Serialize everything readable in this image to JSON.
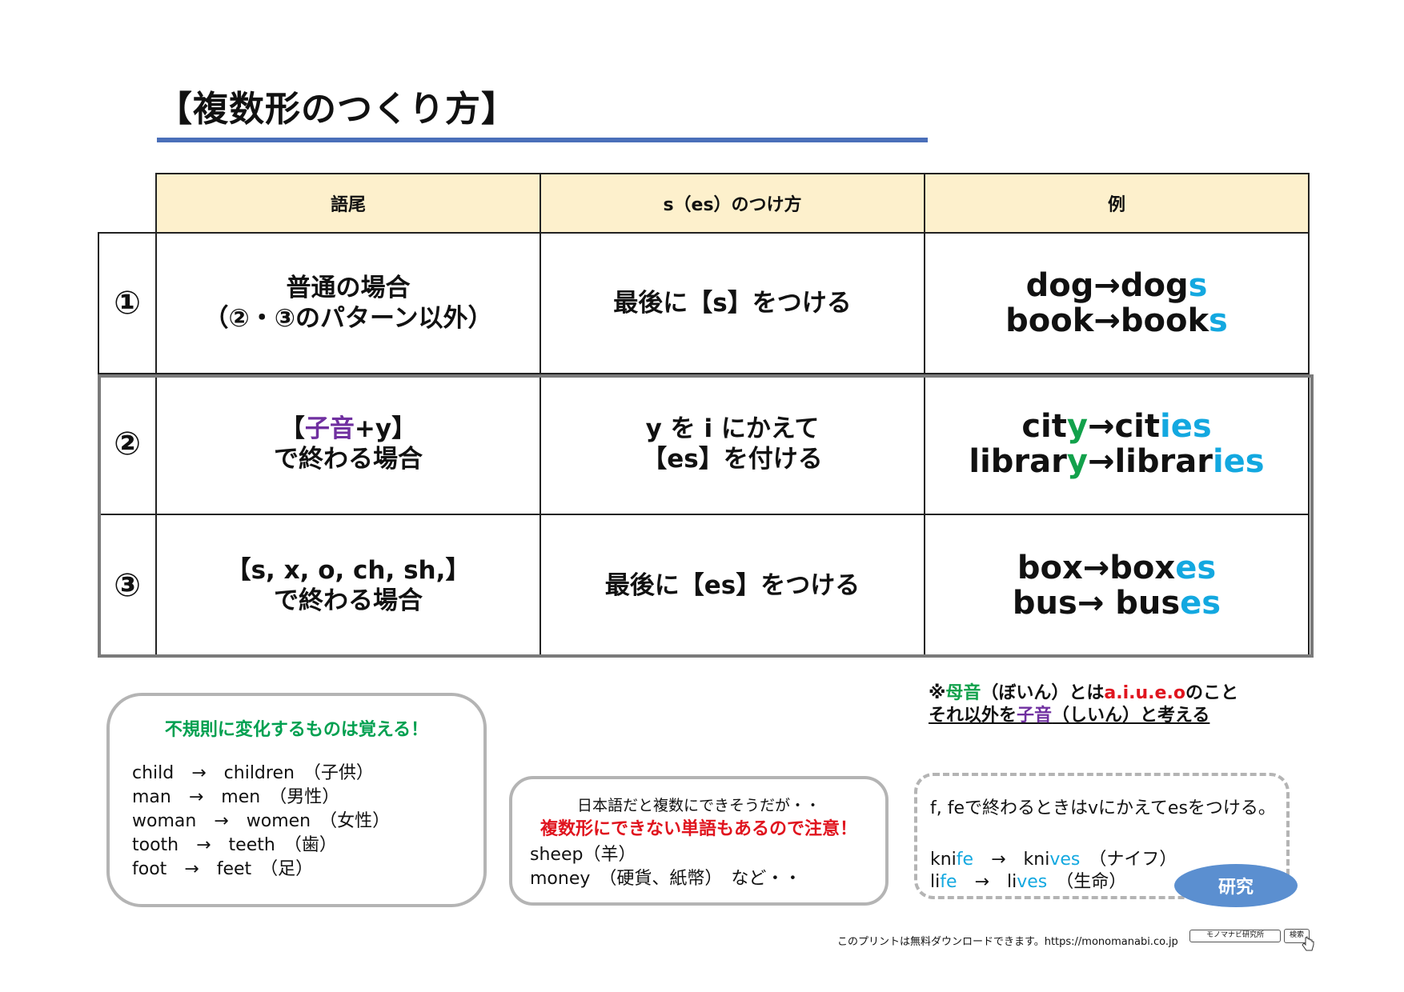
{
  "title": "【複数形のつくり方】",
  "table": {
    "headers": [
      "語尾",
      "s（es）のつけ方",
      "例"
    ],
    "rows": [
      {
        "num": "①",
        "ending": [
          "普通の場合",
          "（②・③のパターン以外）"
        ],
        "method": [
          "最後に【s】をつける"
        ],
        "examples": [
          {
            "base": "dog",
            "plural_stem": "dog",
            "suffix": "s"
          },
          {
            "base": "book",
            "plural_stem": "book",
            "suffix": "s"
          }
        ]
      },
      {
        "num": "②",
        "ending_pre": "【",
        "ending_highlight": "子音",
        "ending_post": "+y】",
        "ending_line2": "で終わる場合",
        "method": [
          "y を i にかえて",
          "【es】を付ける"
        ],
        "examples": [
          {
            "base_stem": "cit",
            "base_end": "y",
            "plural_stem": "cit",
            "suffix": "ies"
          },
          {
            "base_stem": "librar",
            "base_end": "y",
            "plural_stem": "librar",
            "suffix": "ies"
          }
        ]
      },
      {
        "num": "③",
        "ending": [
          "【s, x, o, ch, sh,】",
          "で終わる場合"
        ],
        "method": [
          "最後に【es】をつける"
        ],
        "examples": [
          {
            "base": "box",
            "plural_stem": "box",
            "suffix": "es"
          },
          {
            "base": "bus",
            "plural_stem": " bus",
            "suffix": "es"
          }
        ]
      }
    ]
  },
  "arrow": "→",
  "irregular": {
    "heading": "不規則に変化するものは覚える！",
    "items": [
      "child　→　children　（子供）",
      "man　→　men　（男性）",
      "woman　→　women　（女性）",
      "tooth　→　teeth　（歯）",
      "foot　→　feet　（足）"
    ]
  },
  "caution": {
    "line1": "日本語だと複数にできそうだが・・",
    "line2": "複数形にできない単語もあるので注意！",
    "line3": "sheep（羊）",
    "line4": "money　（硬貨、紙幣）　など・・"
  },
  "note": {
    "prefix": "※",
    "vowel": "母音",
    "vowel_reading": "（ぼいん）とは",
    "vowels": "a.i.u.e.o",
    "vowel_suffix": "のこと",
    "other": "それ以外を",
    "consonant": "子音",
    "consonant_reading": "（しいん）と考える"
  },
  "research": {
    "line1": "f, feで終わるときはvにかえてesをつける。",
    "ex1": {
      "a": "kni",
      "a_hl": "fe",
      "b": "kni",
      "b_hl": "ves",
      "meaning": "（ナイフ）"
    },
    "ex2": {
      "a": "li",
      "a_hl": "fe",
      "b": "li",
      "b_hl": "ves",
      "meaning": "（生命）"
    },
    "badge": "研究"
  },
  "footer": {
    "text": "このプリントは無料ダウンロードできます。https://monomanabi.co.jp",
    "search_value": "モノマナビ研究所",
    "search_button": "検索"
  },
  "colors": {
    "header_bg": "#fdf0cc",
    "title_rule": "#4a6fb9",
    "suffix": "#13a8e0",
    "y_ending": "#12a14b",
    "consonant": "#7030a0",
    "warning": "#e0141e",
    "badge": "#5b8fd0"
  }
}
